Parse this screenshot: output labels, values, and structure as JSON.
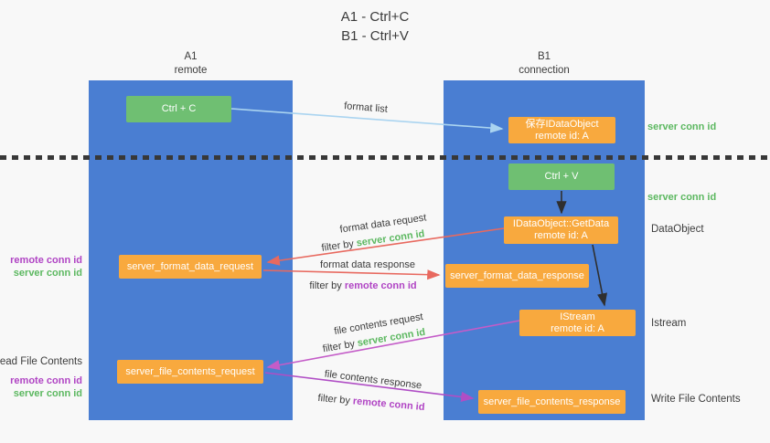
{
  "title": {
    "line1": "A1 - Ctrl+C",
    "line2": "B1 - Ctrl+V"
  },
  "columns": {
    "a1": {
      "name": "A1",
      "subtitle": "remote"
    },
    "b1": {
      "name": "B1",
      "subtitle": "connection"
    }
  },
  "nodes": {
    "ctrl_c": {
      "label": "Ctrl + C"
    },
    "ctrl_v": {
      "label": "Ctrl + V"
    },
    "save_dataobject": {
      "line1": "保存IDataObject",
      "line2": "remote id: A"
    },
    "getdata": {
      "line1": "IDataObject::GetData",
      "line2": "remote id: A"
    },
    "istream": {
      "line1": "IStream",
      "line2": "remote id: A"
    },
    "format_request": {
      "label": "server_format_data_request"
    },
    "format_response": {
      "label": "server_format_data_response"
    },
    "file_request": {
      "label": "server_file_contents_request"
    },
    "file_response": {
      "label": "server_file_contents_response"
    }
  },
  "arrow_labels": {
    "format_list": "format list",
    "format_data_request": "format data request",
    "format_data_response": "format data response",
    "file_contents_request": "file contents request",
    "file_contents_response": "file contents response",
    "filter_by": "filter by",
    "server_conn_id": "server conn id",
    "remote_conn_id": "remote conn id"
  },
  "side_labels": {
    "right": {
      "server_conn_id_1": "server conn id",
      "server_conn_id_2": "server conn id",
      "dataobject": "DataObject",
      "istream": "Istream",
      "write_file_contents": "Write File Contents"
    },
    "left": {
      "remote_conn_id_1": "remote conn id",
      "server_conn_id_1": "server conn id",
      "read_file_contents": "Read File Contents",
      "remote_conn_id_2": "remote conn id",
      "server_conn_id_2": "server conn id"
    }
  },
  "colors": {
    "lifeline_blue": "#4a7ed2",
    "key_green": "#6fbf72",
    "message_orange": "#f8a93e",
    "server_conn_green": "#5cb860",
    "remote_conn_purple": "#b044c4",
    "format_arrow_red": "#e8695f",
    "file_request_arrow_magenta": "#c45cc8",
    "file_response_arrow_purple": "#b04ec5",
    "format_list_arrow_blue": "#aad4f0",
    "black_arrow": "#2f2f2f"
  }
}
